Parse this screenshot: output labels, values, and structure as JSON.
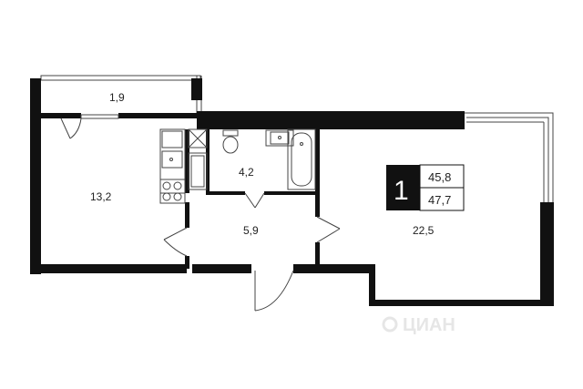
{
  "rooms": {
    "loggia": "1,9",
    "kitchen": "13,2",
    "bathroom": "4,2",
    "hall": "5,9",
    "living": "22,5"
  },
  "summary": {
    "rooms_count": "1",
    "living_area": "45,8",
    "total_area": "47,7"
  },
  "watermark": "ЦИАН",
  "colors": {
    "wall": "#111111",
    "badge": "#111111",
    "line": "#444444"
  }
}
